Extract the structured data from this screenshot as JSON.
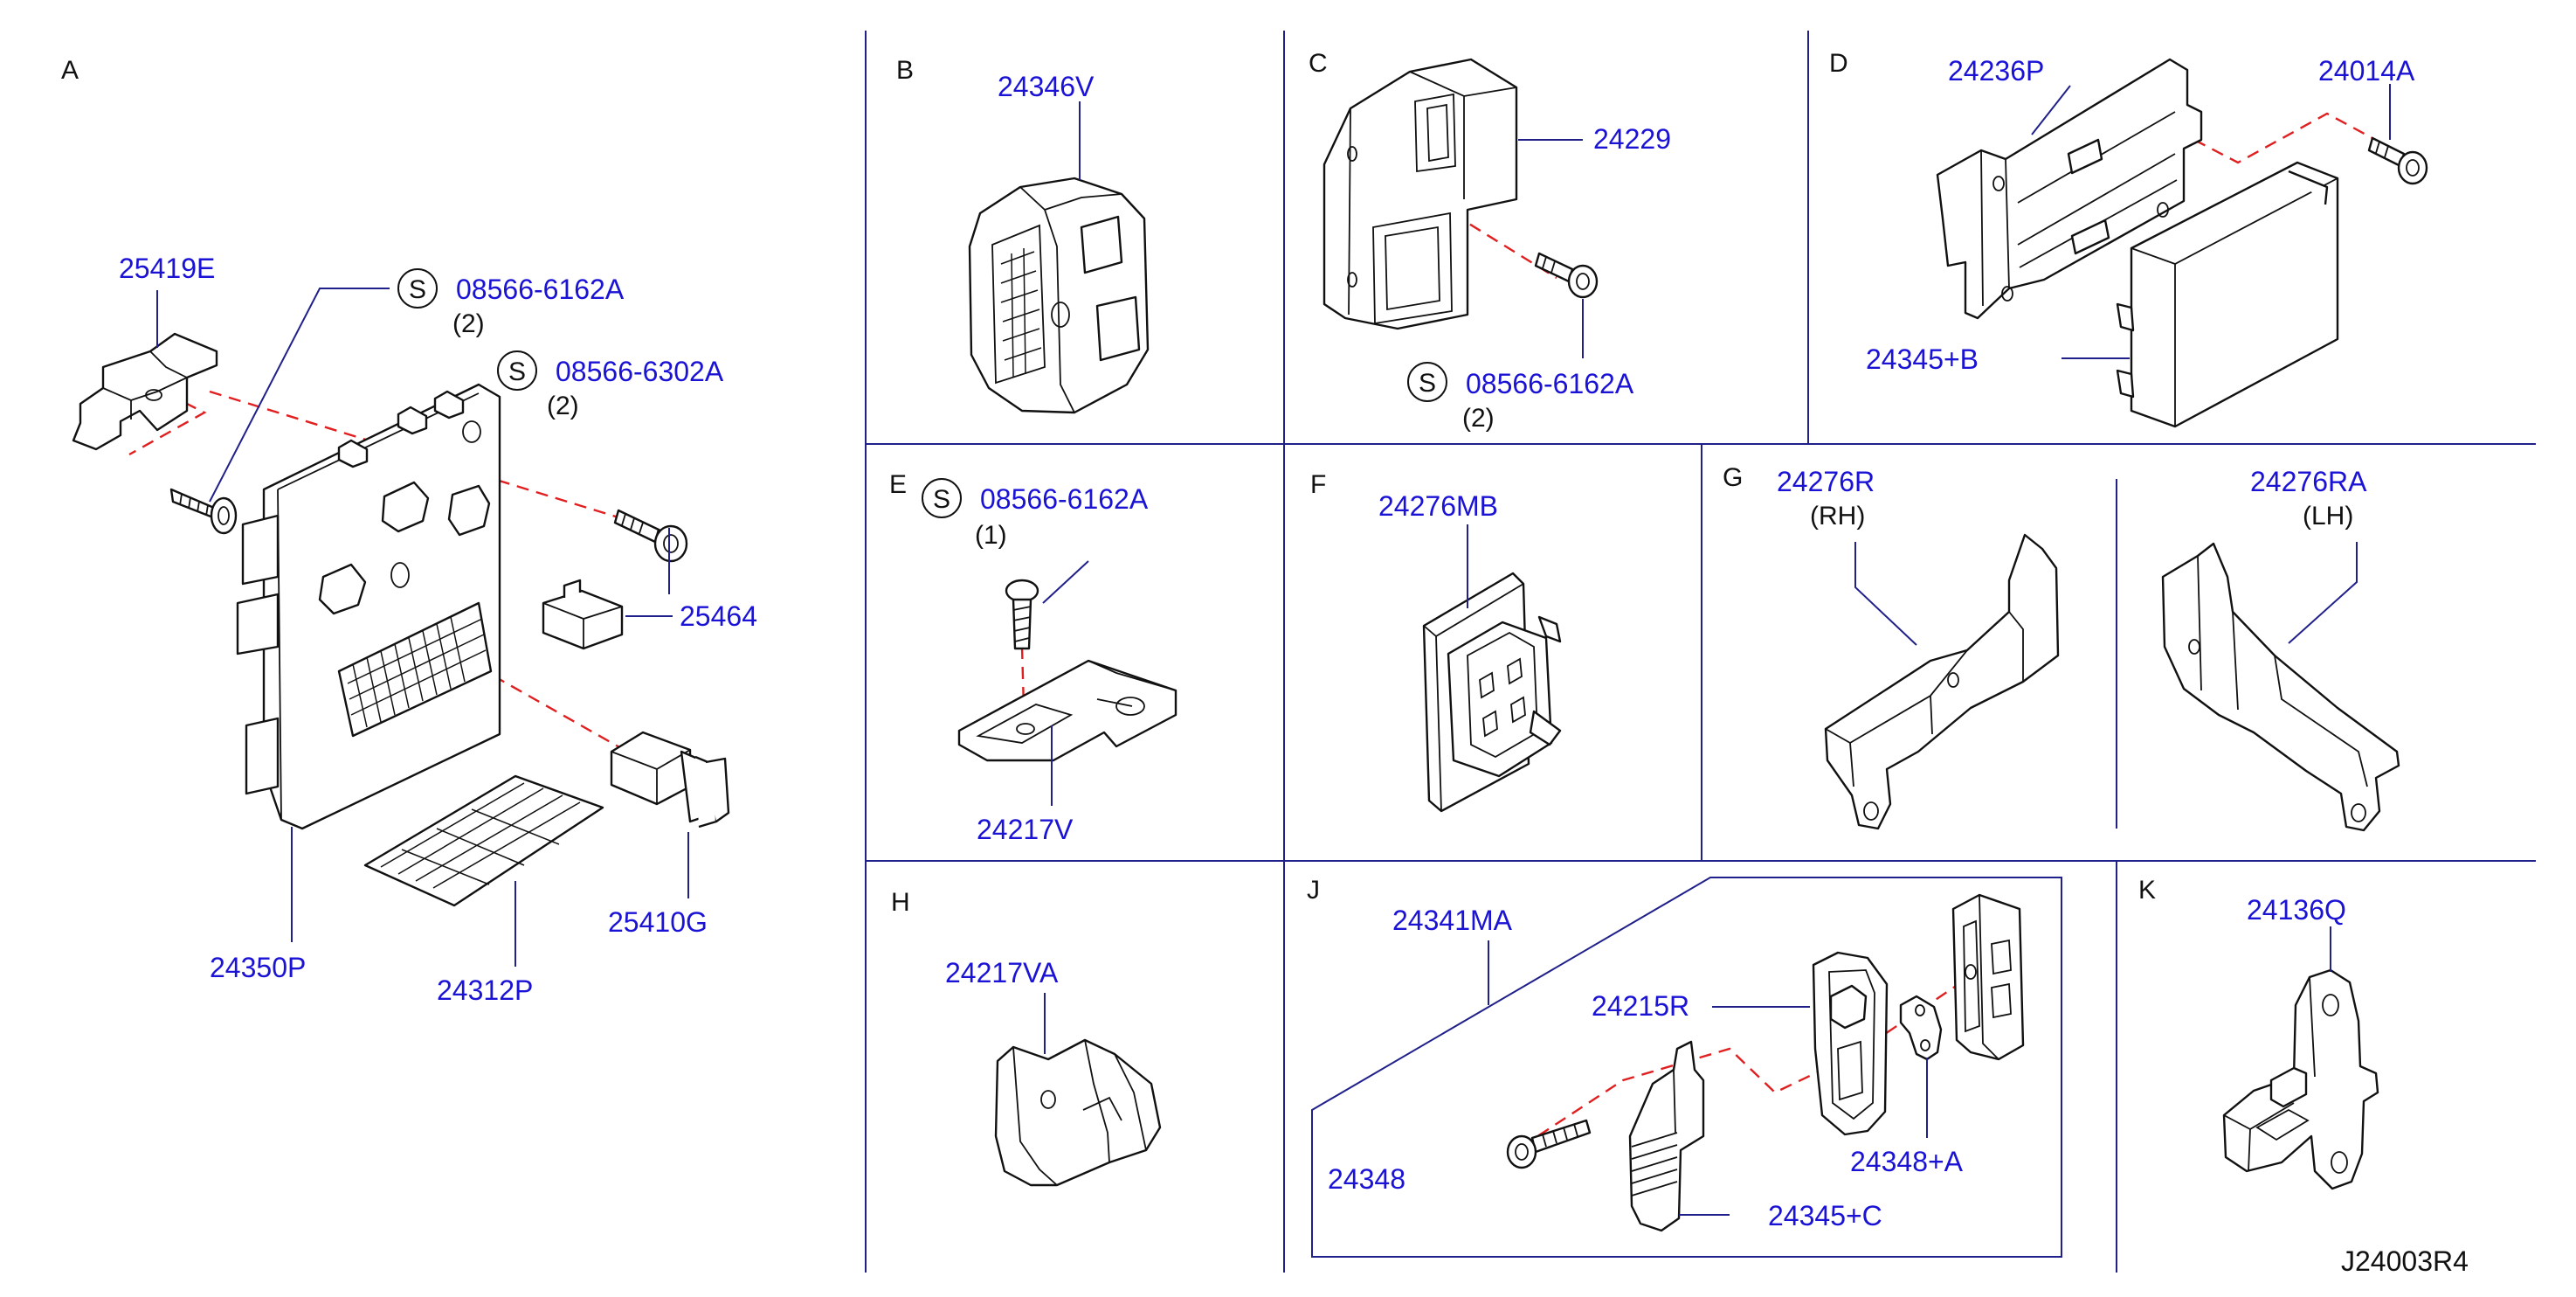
{
  "diagram_code": "J24003R4",
  "sections": {
    "A": {
      "label": "A",
      "p_25419E": "25419E",
      "p_08566_6162A": "08566-6162A",
      "q_08566_6162A": "(2)",
      "p_08566_6302A": "08566-6302A",
      "q_08566_6302A": "(2)",
      "p_25464": "25464",
      "p_25410G": "25410G",
      "p_24350P": "24350P",
      "p_24312P": "24312P"
    },
    "B": {
      "label": "B",
      "p_24346V": "24346V"
    },
    "C": {
      "label": "C",
      "p_24229": "24229",
      "p_08566_6162A": "08566-6162A",
      "q_08566_6162A": "(2)"
    },
    "D": {
      "label": "D",
      "p_24236P": "24236P",
      "p_24014A": "24014A",
      "p_24345B": "24345+B"
    },
    "E": {
      "label": "E",
      "p_08566_6162A": "08566-6162A",
      "q_08566_6162A": "(1)",
      "p_24217V": "24217V"
    },
    "F": {
      "label": "F",
      "p_24276MB": "24276MB"
    },
    "G": {
      "label": "G",
      "p_24276R": "24276R",
      "side_rh": "(RH)",
      "p_24276RA": "24276RA",
      "side_lh": "(LH)"
    },
    "H": {
      "label": "H",
      "p_24217VA": "24217VA"
    },
    "J": {
      "label": "J",
      "p_24341MA": "24341MA",
      "p_24215R": "24215R",
      "p_24348": "24348",
      "p_24348A": "24348+A",
      "p_24345C": "24345+C"
    },
    "K": {
      "label": "K",
      "p_24136Q": "24136Q"
    }
  },
  "symbols": {
    "standard_part": "S"
  }
}
